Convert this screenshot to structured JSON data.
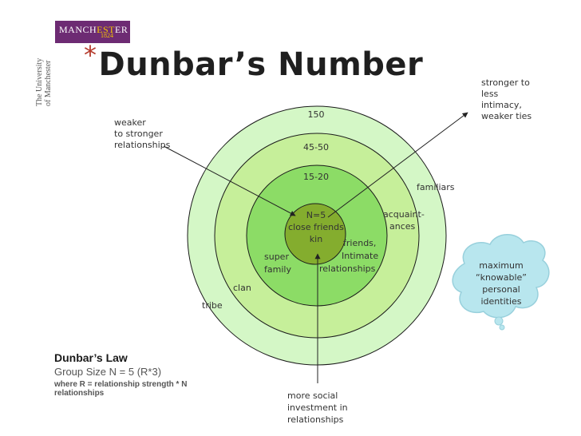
{
  "logo": {
    "main_a": "MANCH",
    "main_accent": "EST",
    "main_b": "ER",
    "year": "1824"
  },
  "vertical_text": [
    "The University",
    "of Manchester"
  ],
  "title": {
    "bullet": "*",
    "text": "Dunbar’s Number"
  },
  "rings": {
    "outer": "150",
    "second": "45-50",
    "third": "15-20",
    "core": [
      "N=5",
      "close friends",
      "kin"
    ]
  },
  "ring_labels": {
    "familiars": "familiars",
    "acquaintances": [
      "acquaint-",
      "ances"
    ],
    "friends": [
      "friends,",
      "Intimate",
      "relationships"
    ],
    "super_family": [
      "super",
      "family"
    ],
    "clan": "clan",
    "tribe": "tribe"
  },
  "notes": {
    "weaker": [
      "weaker",
      "to stronger",
      "relationships"
    ],
    "stronger": [
      "stronger to",
      "less",
      "intimacy,",
      "weaker ties"
    ],
    "investment": [
      "more social",
      "investment in",
      "relationships"
    ],
    "cloud": [
      "maximum",
      "“knowable”",
      "personal",
      "identities"
    ]
  },
  "law": {
    "title": "Dunbar’s Law",
    "formula": "Group Size N = 5 (R*3)",
    "where": "where R = relationship strength * N",
    "where2": "relationships"
  },
  "colors": {
    "outer_ring": "#d4f7c6",
    "second_ring": "#c6ef9a",
    "third_ring": "#8cdc66",
    "core": "#84ad2e",
    "ring_stroke": "#1a1a1a",
    "cloud_fill": "#b8e6ee",
    "cloud_stroke": "#98d0dc"
  }
}
